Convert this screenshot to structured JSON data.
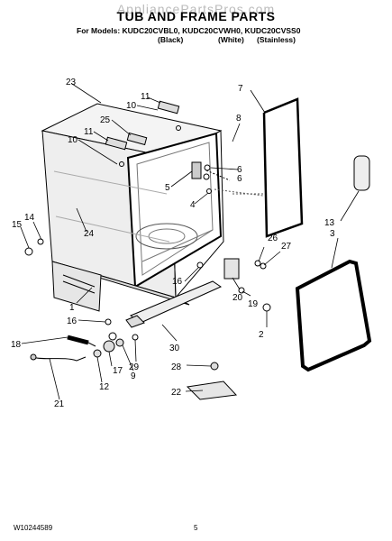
{
  "watermark": "AppliancePartsPros.com",
  "title": "TUB AND FRAME PARTS",
  "models_line": "For Models: KUDC20CVBL0, KUDC20CVWH0, KUDC20CVSS0",
  "finishes": [
    "(Black)",
    "(White)",
    "(Stainless)"
  ],
  "footer": {
    "doc_number": "W10244589",
    "page": "5"
  },
  "callouts": [
    "1",
    "2",
    "3",
    "4",
    "5",
    "6",
    "6",
    "7",
    "8",
    "9",
    "10",
    "10",
    "11",
    "11",
    "12",
    "13",
    "14",
    "15",
    "16",
    "16",
    "17",
    "18",
    "19",
    "20",
    "21",
    "22",
    "23",
    "24",
    "25",
    "26",
    "27",
    "28",
    "29",
    "30"
  ]
}
